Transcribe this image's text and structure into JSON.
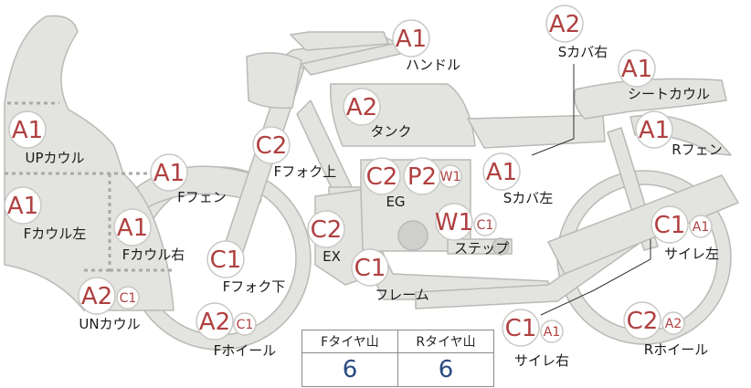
{
  "parts": [
    {
      "id": "handle",
      "label": "ハンドル",
      "codes": [
        "A1"
      ]
    },
    {
      "id": "s-cover-right",
      "label": "Sカバ右",
      "codes": [
        "A2"
      ]
    },
    {
      "id": "seat-cowl",
      "label": "シートカウル",
      "codes": [
        "A1"
      ]
    },
    {
      "id": "r-fender",
      "label": "Rフェン",
      "codes": [
        "A1"
      ]
    },
    {
      "id": "tank",
      "label": "タンク",
      "codes": [
        "A2"
      ]
    },
    {
      "id": "up-cowl",
      "label": "UPカウル",
      "codes": [
        "A1"
      ]
    },
    {
      "id": "f-fork-upper",
      "label": "Fフォク上",
      "codes": [
        "C2"
      ]
    },
    {
      "id": "f-fender",
      "label": "Fフェン",
      "codes": [
        "A1"
      ]
    },
    {
      "id": "engine",
      "label": "EG",
      "codes": [
        "C2",
        "P2",
        "W1"
      ]
    },
    {
      "id": "s-cover-left",
      "label": "Sカバ左",
      "codes": [
        "A1"
      ]
    },
    {
      "id": "f-cowl-left",
      "label": "Fカウル左",
      "codes": [
        "A1"
      ]
    },
    {
      "id": "f-cowl-right",
      "label": "Fカウル右",
      "codes": [
        "A1"
      ]
    },
    {
      "id": "exhaust",
      "label": "EX",
      "codes": [
        "C2"
      ]
    },
    {
      "id": "step",
      "label": "ステップ",
      "codes": [
        "W1",
        "C1"
      ]
    },
    {
      "id": "muffler-left",
      "label": "サイレ左",
      "codes": [
        "C1",
        "A1"
      ]
    },
    {
      "id": "f-fork-lower",
      "label": "Fフォク下",
      "codes": [
        "C1"
      ]
    },
    {
      "id": "frame",
      "label": "フレーム",
      "codes": [
        "C1"
      ]
    },
    {
      "id": "un-cowl",
      "label": "UNカウル",
      "codes": [
        "A2",
        "C1"
      ]
    },
    {
      "id": "f-wheel",
      "label": "Fホイール",
      "codes": [
        "A2",
        "C1"
      ]
    },
    {
      "id": "muffler-right",
      "label": "サイレ右",
      "codes": [
        "C1",
        "A1"
      ]
    },
    {
      "id": "r-wheel",
      "label": "Rホイール",
      "codes": [
        "C2",
        "A2"
      ]
    }
  ],
  "tire_tread": {
    "front_label": "Fタイヤ山",
    "rear_label": "Rタイヤ山",
    "front_value": "6",
    "rear_value": "6"
  },
  "colors": {
    "part_fill": "#e3e3e0",
    "part_stroke": "#b9b9b6",
    "code_text": "#b04040",
    "value_text": "#2a4a80"
  }
}
